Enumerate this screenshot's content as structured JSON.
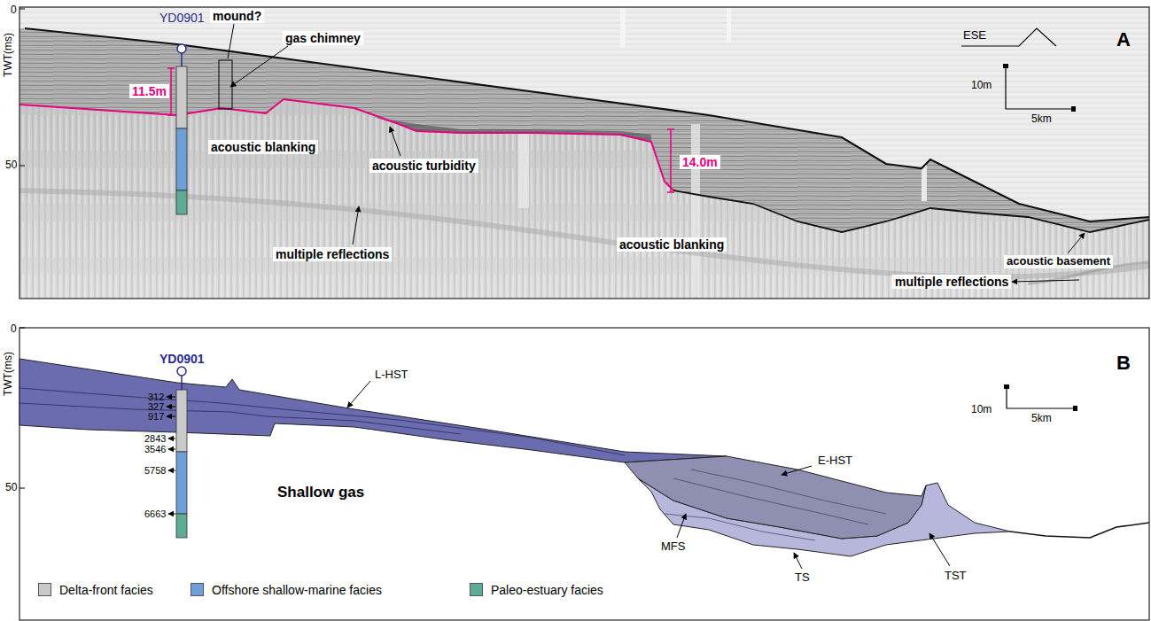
{
  "diagram": {
    "labels": [
      "TWT(ms)",
      "0",
      "50",
      "YD0901",
      "11.5m",
      "mound?",
      "gas chimney",
      "ESE",
      "A",
      "10m",
      "5km",
      "acoustic blanking",
      "acoustic turbidity",
      "14.0m",
      "multiple reflections",
      "acoustic blanking",
      "acoustic basement",
      "multiple reflections",
      "0",
      "TWT(ms)",
      "YD0901",
      "B",
      "L-HST",
      "10m",
      "5km",
      "312",
      "327",
      "917",
      "2843",
      "3546",
      "5758",
      "6663",
      "50",
      "Shallow gas",
      "E-HST",
      "MFS",
      "TS",
      "TST"
    ],
    "legend": [
      {
        "text": "Delta-front facies",
        "color": "#c9c9c9"
      },
      {
        "text": "Offshore shallow-marine facies",
        "color": "#6f9fd8"
      },
      {
        "text": "Paleo-estuary facies",
        "color": "#5eab96"
      }
    ]
  }
}
